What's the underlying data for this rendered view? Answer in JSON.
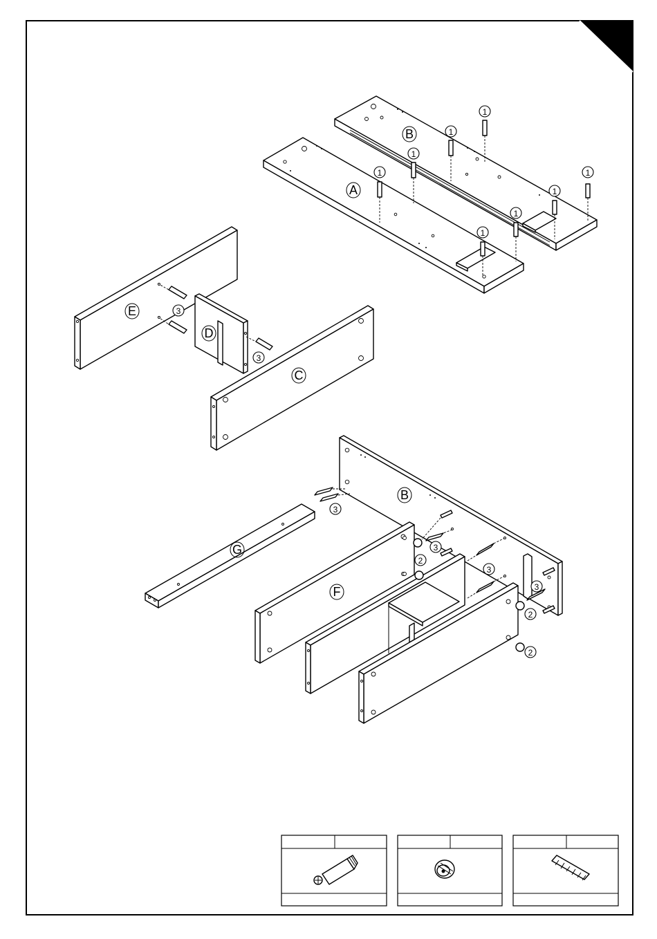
{
  "labels": {
    "panel_a": "A",
    "panel_b": "B",
    "panel_c": "C",
    "panel_d": "D",
    "panel_e": "E",
    "panel_f": "F",
    "panel_g": "G"
  },
  "callouts": {
    "cam_bolt": "1",
    "cam_lock": "2",
    "dowel": "3"
  },
  "parts_boxes": [
    {
      "name": "cam-bolt",
      "icon": "cam-bolt-icon"
    },
    {
      "name": "cam-lock",
      "icon": "cam-lock-icon"
    },
    {
      "name": "dowel",
      "icon": "dowel-icon"
    }
  ]
}
